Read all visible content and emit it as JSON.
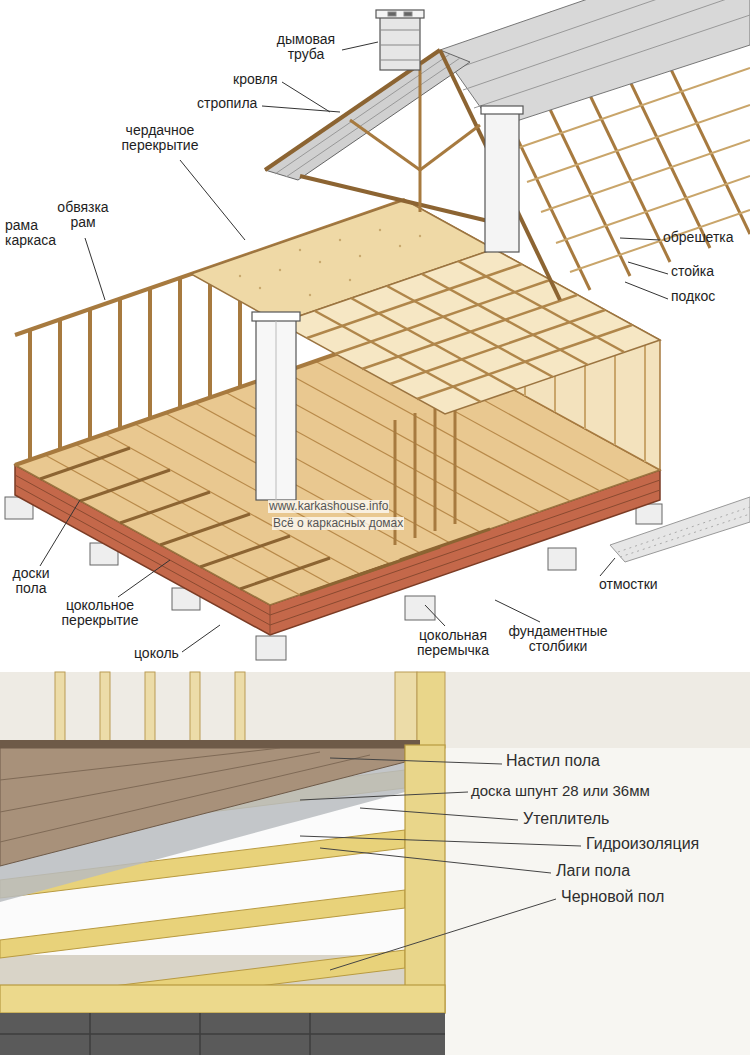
{
  "diagram": {
    "labels": [
      "дымовая труба",
      "кровля",
      "стропила",
      "чердачное перекрытие",
      "обвязка рам",
      "рама каркаса",
      "обрешетка",
      "стойка",
      "подкос",
      "www.karkashouse.info",
      "Всё о каркасных домах",
      "доски пола",
      "цокольное перекрытие",
      "цоколь",
      "отмостки",
      "фундаментные столбики",
      "цокольная перемычка",
      "Настил пола",
      "доска шпунт 28 или 36мм",
      "Утеплитель",
      "Гидроизоляция",
      "Лаги пола",
      "Черновой пол"
    ]
  }
}
